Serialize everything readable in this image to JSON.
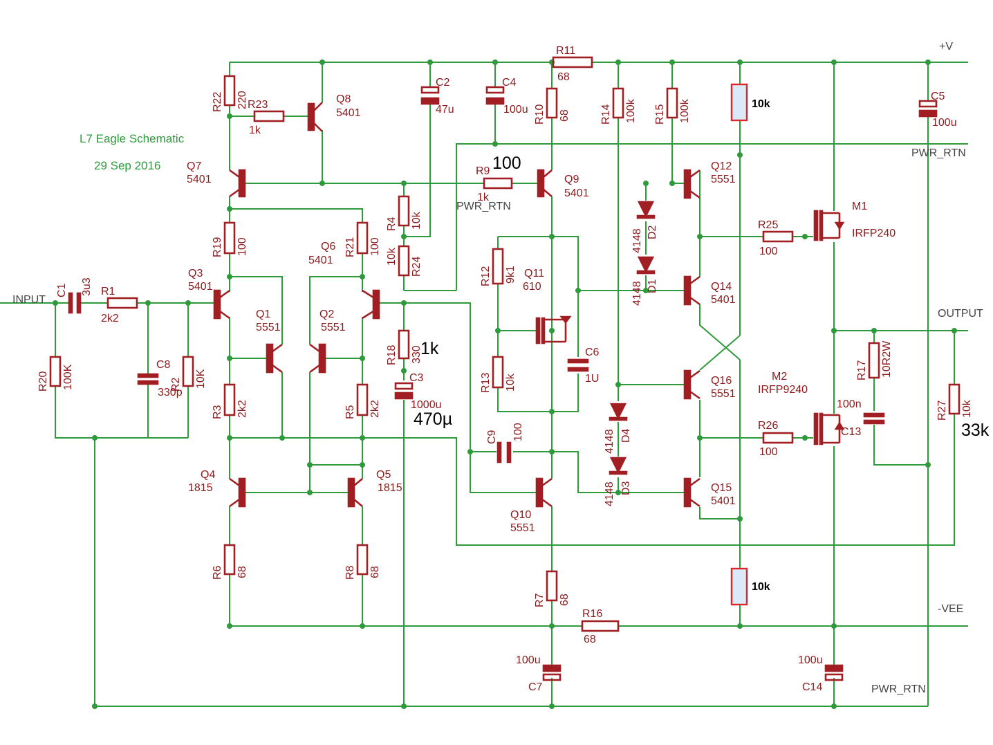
{
  "title": "L7 Eagle Schematic",
  "date": "29 Sep 2016",
  "nets": {
    "vplus": "+V",
    "vminus": "-VEE",
    "input": "INPUT",
    "output": "OUTPUT",
    "pwr_rtn": "PWR_RTN"
  },
  "resistors": [
    {
      "ref": "R1",
      "value": "2k2"
    },
    {
      "ref": "R2",
      "value": "10K"
    },
    {
      "ref": "R3",
      "value": "2k2"
    },
    {
      "ref": "R4",
      "value": "10k"
    },
    {
      "ref": "R5",
      "value": "2k2"
    },
    {
      "ref": "R6",
      "value": "68"
    },
    {
      "ref": "R7",
      "value": "68"
    },
    {
      "ref": "R8",
      "value": "68"
    },
    {
      "ref": "R9",
      "value": "1k"
    },
    {
      "ref": "R10",
      "value": "68"
    },
    {
      "ref": "R11",
      "value": "68"
    },
    {
      "ref": "R12",
      "value": "9k1"
    },
    {
      "ref": "R13",
      "value": "10k"
    },
    {
      "ref": "R14",
      "value": "100k"
    },
    {
      "ref": "R15",
      "value": "100k"
    },
    {
      "ref": "R16",
      "value": "68"
    },
    {
      "ref": "R17",
      "value": "10R2W"
    },
    {
      "ref": "R18",
      "value": "330"
    },
    {
      "ref": "R19",
      "value": "100"
    },
    {
      "ref": "R20",
      "value": "100K"
    },
    {
      "ref": "R21",
      "value": "100"
    },
    {
      "ref": "R22",
      "value": "220"
    },
    {
      "ref": "R23",
      "value": "1k"
    },
    {
      "ref": "R24",
      "value": "10k"
    },
    {
      "ref": "R25",
      "value": "100"
    },
    {
      "ref": "R26",
      "value": "100"
    },
    {
      "ref": "R27",
      "value": "10k"
    }
  ],
  "capacitors": [
    {
      "ref": "C1",
      "value": "3u3"
    },
    {
      "ref": "C2",
      "value": "47u"
    },
    {
      "ref": "C3",
      "value": "1000u"
    },
    {
      "ref": "C4",
      "value": "100u"
    },
    {
      "ref": "C5",
      "value": "100u"
    },
    {
      "ref": "C6",
      "value": "1U"
    },
    {
      "ref": "C7",
      "value": "100u"
    },
    {
      "ref": "C8",
      "value": "330p"
    },
    {
      "ref": "C9",
      "value": "100"
    },
    {
      "ref": "C13",
      "value": "100n"
    },
    {
      "ref": "C14",
      "value": "100u"
    }
  ],
  "transistors": [
    {
      "ref": "Q1",
      "value": "5551"
    },
    {
      "ref": "Q2",
      "value": "5551"
    },
    {
      "ref": "Q3",
      "value": "5401"
    },
    {
      "ref": "Q4",
      "value": "1815"
    },
    {
      "ref": "Q5",
      "value": "1815"
    },
    {
      "ref": "Q6",
      "value": "5401"
    },
    {
      "ref": "Q7",
      "value": "5401"
    },
    {
      "ref": "Q8",
      "value": "5401"
    },
    {
      "ref": "Q9",
      "value": "5401"
    },
    {
      "ref": "Q10",
      "value": "5551"
    },
    {
      "ref": "Q11",
      "value": "610"
    },
    {
      "ref": "Q12",
      "value": "5551"
    },
    {
      "ref": "Q14",
      "value": "5401"
    },
    {
      "ref": "Q15",
      "value": "5401"
    },
    {
      "ref": "Q16",
      "value": "5551"
    },
    {
      "ref": "M1",
      "value": "IRFP240"
    },
    {
      "ref": "M2",
      "value": "IRFP9240"
    }
  ],
  "diodes": [
    {
      "ref": "D1",
      "value": "4148"
    },
    {
      "ref": "D2",
      "value": "4148"
    },
    {
      "ref": "D3",
      "value": "4148"
    },
    {
      "ref": "D4",
      "value": "4148"
    }
  ],
  "annotations": {
    "r9_value": "100",
    "r18_value": "1k",
    "c3_value": "470µ",
    "r27_value": "33k",
    "upper_added_resistor": "10k",
    "lower_added_resistor": "10k"
  }
}
